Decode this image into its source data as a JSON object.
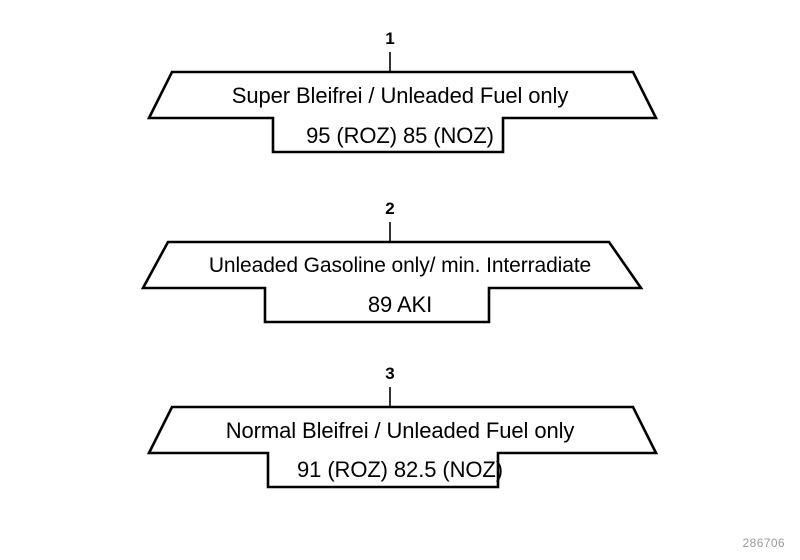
{
  "diagram": {
    "background_color": "#ffffff",
    "line_color": "#000000",
    "reference_number": "286706",
    "reference_color": "#9a9a9a"
  },
  "labels": [
    {
      "callout": "1",
      "line_main": "Super Bleifrei / Unleaded Fuel only",
      "line_sub": "95 (ROZ) 85 (NOZ)"
    },
    {
      "callout": "2",
      "line_main": "Unleaded Gasoline only/ min. Interradiate",
      "line_sub": "89 AKI"
    },
    {
      "callout": "3",
      "line_main": "Normal Bleifrei  /  Unleaded Fuel only",
      "line_sub": "91 (ROZ) 82.5 (NOZ)"
    }
  ]
}
